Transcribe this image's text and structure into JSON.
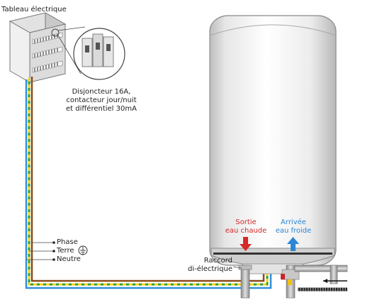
{
  "labels": {
    "panel_title": "Tableau électrique",
    "breaker_line1": "Disjoncteur 16A,",
    "breaker_line2": "contacteur jour/nuit",
    "breaker_line3": "et différentiel 30mA",
    "phase": "Phase",
    "earth": "Terre",
    "neutral": "Neutre",
    "fitting_line1": "Raccord",
    "fitting_line2": "di-électrique",
    "outlet_line1": "Sortie",
    "outlet_line2": "eau chaude",
    "inlet_line1": "Arrivée",
    "inlet_line2": "eau froide"
  },
  "colors": {
    "phase_wire": "#8b4a1a",
    "earth_wire_green": "#2e9e3e",
    "earth_wire_yellow": "#f2d21a",
    "neutral_wire": "#2f8fd8",
    "hot_water": "#d32a2a",
    "cold_water": "#2a86d6",
    "tank_body": "#f2f2f2",
    "tank_outline": "#8a8a8a"
  }
}
